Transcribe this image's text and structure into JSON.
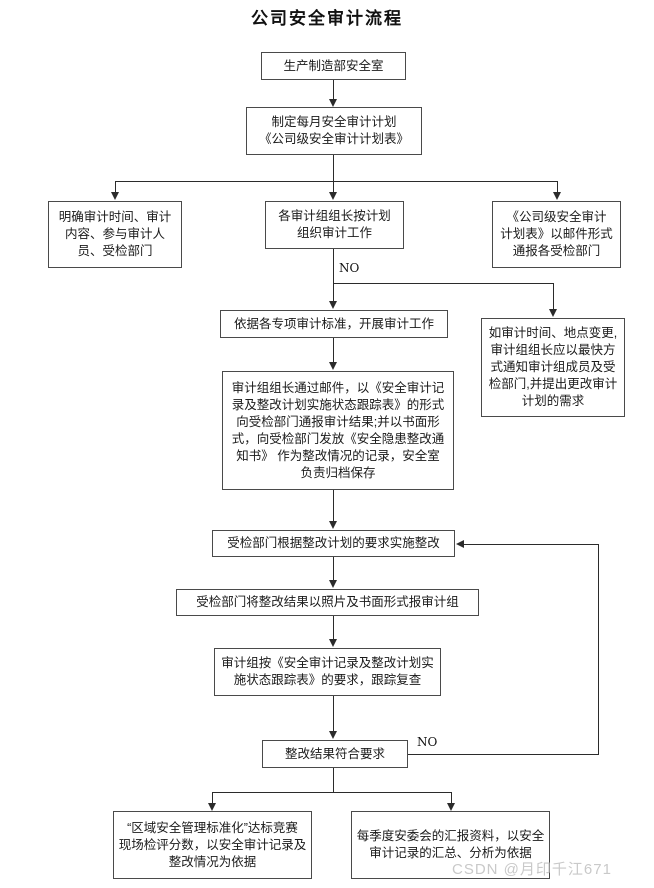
{
  "diagram": {
    "title": "公司安全审计流程",
    "watermark": "CSDN @月印千江671",
    "branch_labels": {
      "no_top": "NO",
      "no_bottom": "NO"
    },
    "nodes": [
      {
        "id": "n1",
        "text": "生产制造部安全室"
      },
      {
        "id": "n2",
        "text": "制定每月安全审计计划\n《公司级安全审计计划表》"
      },
      {
        "id": "n3",
        "text": "明确审计时间、审计\n内容、参与审计人\n员、受检部门"
      },
      {
        "id": "n4",
        "text": "各审计组组长按计划\n组织审计工作"
      },
      {
        "id": "n5",
        "text": "《公司级安全审计\n计划表》以邮件形式\n通报各受检部门"
      },
      {
        "id": "n6",
        "text": "依据各专项审计标准，开展审计工作"
      },
      {
        "id": "n7",
        "text": "如审计时间、地点变更,\n审计组组长应以最快方\n式通知审计组成员及受\n检部门,并提出更改审计\n计划的需求"
      },
      {
        "id": "n8",
        "text": "审计组组长通过邮件，以《安全审计记\n录及整改计划实施状态跟踪表》的形式\n向受检部门通报审计结果;并以书面形\n式，向受检部门发放《安全隐患整改通\n知书》 作为整改情况的记录，安全室\n负责归档保存"
      },
      {
        "id": "n9",
        "text": "受检部门根据整改计划的要求实施整改"
      },
      {
        "id": "n10",
        "text": "受检部门将整改结果以照片及书面形式报审计组"
      },
      {
        "id": "n11",
        "text": "审计组按《安全审计记录及整改计划实\n施状态跟踪表》的要求，跟踪复查"
      },
      {
        "id": "n12",
        "text": "整改结果符合要求"
      },
      {
        "id": "n13",
        "text": "“区域安全管理标准化”达标竞赛\n现场检评分数，以安全审计记录及\n整改情况为依据"
      },
      {
        "id": "n14",
        "text": "每季度安委会的汇报资料，以安全\n审计记录的汇总、分析为依据"
      }
    ],
    "colors": {
      "border": "#4a4a4a",
      "line": "#2b2b2b",
      "text": "#1a1a1a",
      "background": "#ffffff",
      "watermark": "#c9c9c9"
    }
  }
}
